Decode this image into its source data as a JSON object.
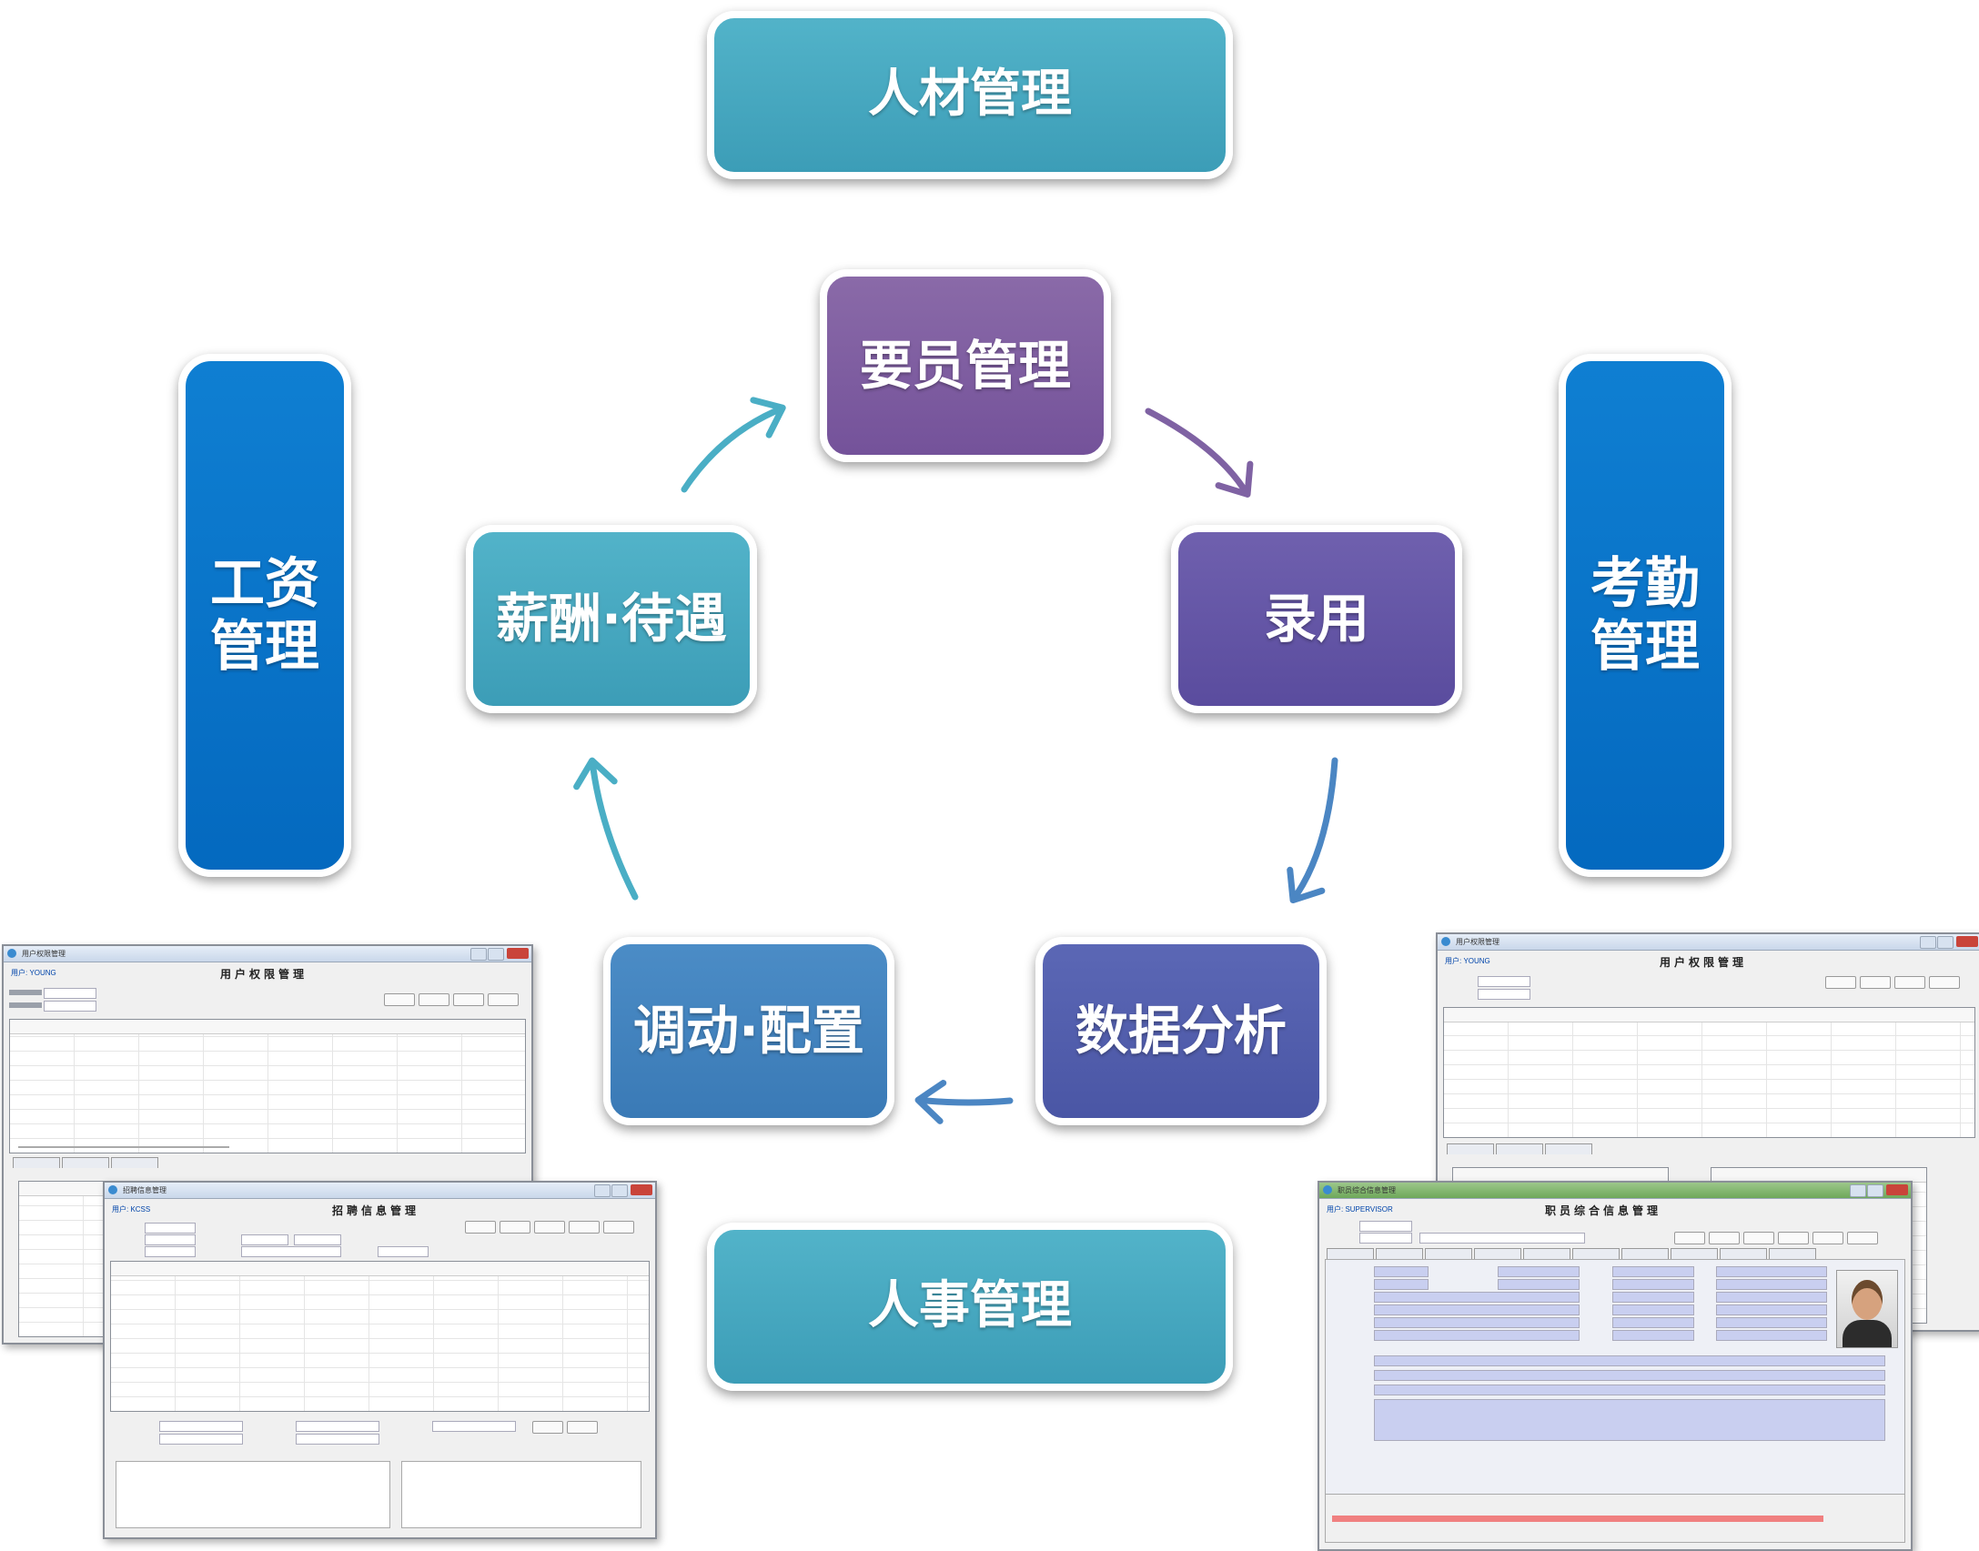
{
  "nodes": {
    "talent": "人材管理",
    "staffing": "要员管理",
    "hiring": "录用",
    "analysis": "数据分析",
    "transfer": "调动·配置",
    "compensation": "薪酬·待遇",
    "personnel": "人事管理",
    "payroll_line1": "工资",
    "payroll_line2": "管理",
    "attendance_line1": "考勤",
    "attendance_line2": "管理"
  },
  "colors": {
    "teal": "#4aaec5",
    "purple": "#7f62a3",
    "violet": "#6557a7",
    "indigo": "#5360ae",
    "steel": "#4483c0",
    "blue": "#0a75c9",
    "arrow_teal": "#4aaec5",
    "arrow_purple": "#7f62a3",
    "arrow_blue": "#4b86c3"
  },
  "arrows": [
    {
      "from": "compensation",
      "to": "staffing",
      "color": "teal"
    },
    {
      "from": "staffing",
      "to": "hiring",
      "color": "purple"
    },
    {
      "from": "hiring",
      "to": "analysis",
      "color": "blue"
    },
    {
      "from": "analysis",
      "to": "transfer",
      "color": "blue"
    },
    {
      "from": "transfer",
      "to": "compensation",
      "color": "teal"
    }
  ],
  "thumbnails": {
    "user_permissions_left": {
      "window": "用户权限管理",
      "heading": "用户权限管理",
      "user": "用户: YOUNG"
    },
    "recruitment": {
      "window": "招聘信息管理",
      "heading": "招聘信息管理",
      "user": "用户: KCSS"
    },
    "user_permissions_right": {
      "window": "用户权限管理",
      "heading": "用户权限管理",
      "user": "用户: YOUNG"
    },
    "employee_info": {
      "window": "职员综合信息管理",
      "heading": "职员综合信息管理",
      "user": "用户: SUPERVISOR"
    }
  }
}
